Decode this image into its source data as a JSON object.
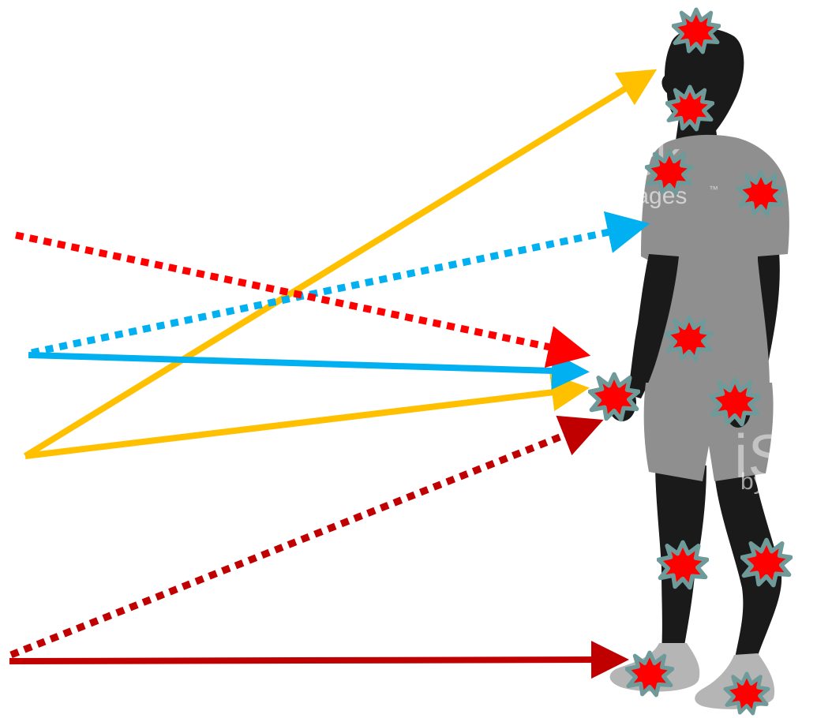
{
  "colors": {
    "yellow": "#FFC000",
    "blue": "#00B0F0",
    "red": "#FF0000",
    "dark_red": "#C00000",
    "skin": "#1a1a1a",
    "clothing": "#8f8f8f",
    "shoe": "#b5b5b5",
    "impact_fill": "#FF0000",
    "impact_stroke": "#6f9a9a"
  },
  "watermark": {
    "brand_top": "ock",
    "brand_images": "Images",
    "brand_trademark": "™",
    "brand_side": "iSt",
    "brand_by": "by Ge"
  },
  "figure": {
    "description_icon": "standing-man-silhouette-icon"
  },
  "arrows": [
    {
      "id": "yellow-to-head",
      "color": "yellow",
      "style": "solid"
    },
    {
      "id": "yellow-to-hand",
      "color": "yellow",
      "style": "solid"
    },
    {
      "id": "blue-to-hand",
      "color": "blue",
      "style": "solid"
    },
    {
      "id": "blue-to-chest",
      "color": "blue",
      "style": "dotted"
    },
    {
      "id": "red-to-hand",
      "color": "red",
      "style": "dotted"
    },
    {
      "id": "darkred-to-hand",
      "color": "dark_red",
      "style": "dotted"
    },
    {
      "id": "darkred-to-foot",
      "color": "dark_red",
      "style": "solid"
    }
  ],
  "impacts": [
    {
      "id": "head-top"
    },
    {
      "id": "chin"
    },
    {
      "id": "left-shoulder"
    },
    {
      "id": "right-shoulder"
    },
    {
      "id": "abdomen"
    },
    {
      "id": "left-hand"
    },
    {
      "id": "right-hand"
    },
    {
      "id": "left-knee"
    },
    {
      "id": "right-knee"
    },
    {
      "id": "left-foot"
    },
    {
      "id": "right-foot"
    }
  ]
}
